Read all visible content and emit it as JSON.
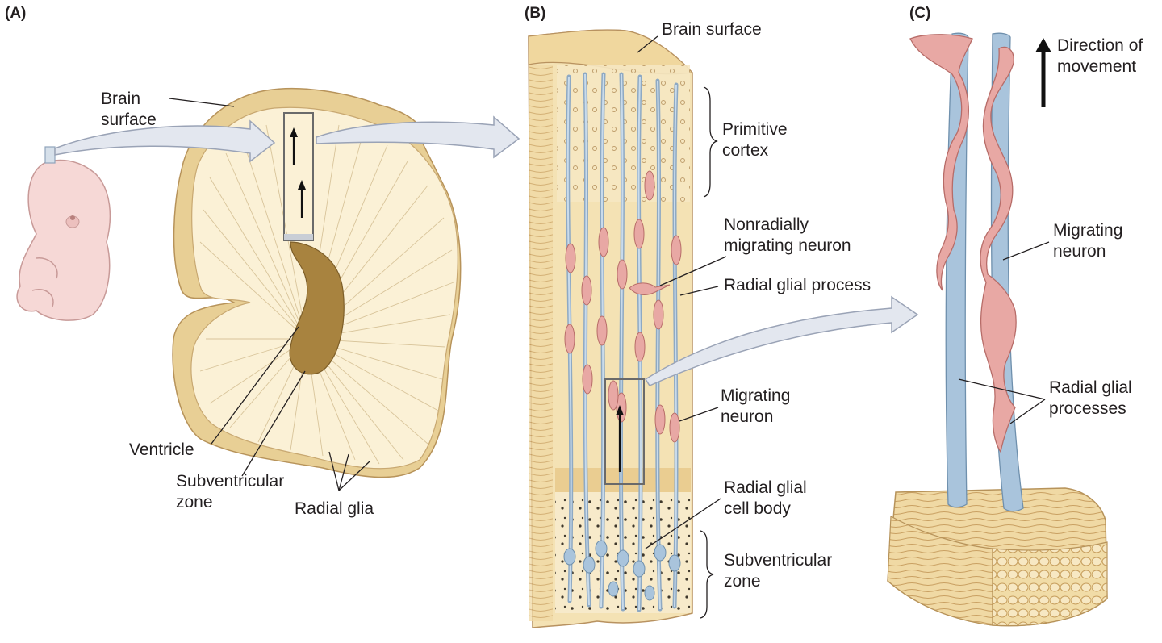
{
  "panels": {
    "a": {
      "letter": "(A)",
      "brain_surface": "Brain\nsurface",
      "ventricle": "Ventricle",
      "subventricular_zone": "Subventricular\nzone",
      "radial_glia": "Radial glia"
    },
    "b": {
      "letter": "(B)",
      "brain_surface": "Brain surface",
      "primitive_cortex": "Primitive\ncortex",
      "nonradially_migrating_neuron": "Nonradially\nmigrating neuron",
      "radial_glial_process": "Radial glial process",
      "migrating_neuron": "Migrating\nneuron",
      "radial_glial_cell_body": "Radial glial\ncell body",
      "subventricular_zone": "Subventricular\nzone"
    },
    "c": {
      "letter": "(C)",
      "direction_of_movement": "Direction of\nmovement",
      "migrating_neuron": "Migrating\nneuron",
      "radial_glial_processes": "Radial glial\nprocesses"
    }
  },
  "colors": {
    "tissue": "#f5e6bf",
    "tissue_edge": "#d2b27c",
    "ventricle": "#a8833f",
    "glia": "#a9c4dc",
    "glia_edge": "#6f90ad",
    "neuron": "#e8a8a4",
    "neuron_edge": "#b76c68",
    "arrow_fill": "#e3e7ef",
    "arrow_edge": "#9aa3b6",
    "embryo": "#f6d8d6"
  }
}
